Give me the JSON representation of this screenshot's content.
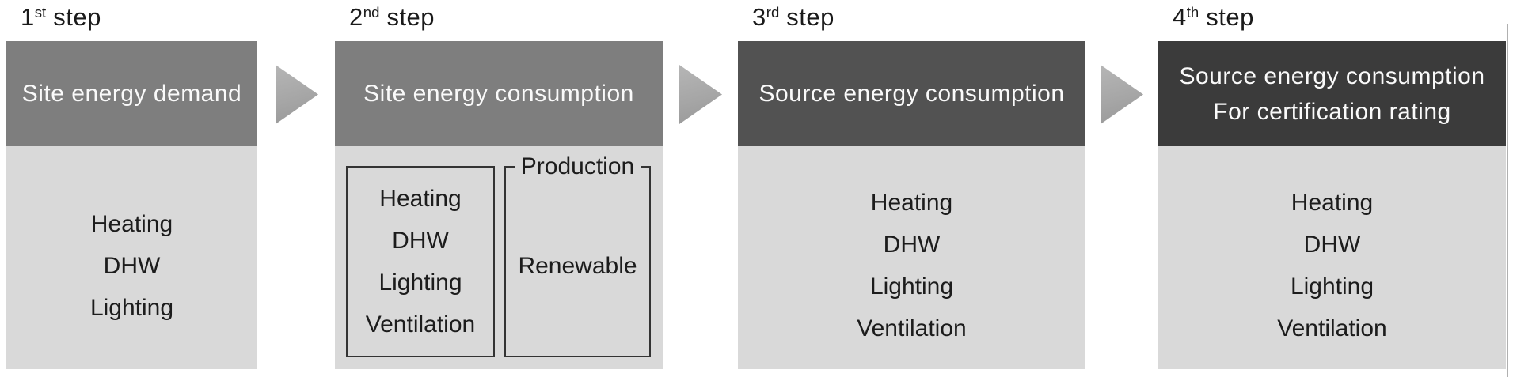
{
  "colors": {
    "header_1": "#7e7e7e",
    "header_2": "#7e7e7e",
    "header_3": "#525252",
    "header_4": "#3b3b3b",
    "header_text": "#fafafa",
    "body_bg": "#d9d9d9",
    "body_text": "#1c1c1c",
    "label_text": "#1a1a1a",
    "box_border": "#333333",
    "arrow": "#a6a6a6",
    "edge_rule": "#b0b0b0"
  },
  "icons": {
    "flow_arrow": "right-pointing-triangle"
  },
  "steps": [
    {
      "label": {
        "num": "1",
        "suffix": "st",
        "word": "step"
      },
      "header": "Site energy demand",
      "items": [
        "Heating",
        "DHW",
        "Lighting"
      ]
    },
    {
      "label": {
        "num": "2",
        "suffix": "nd",
        "word": "step"
      },
      "header": "Site energy consumption",
      "consumption_items": [
        "Heating",
        "DHW",
        "Lighting",
        "Ventilation"
      ],
      "production_label": "Production",
      "production_items": [
        "Renewable"
      ]
    },
    {
      "label": {
        "num": "3",
        "suffix": "rd",
        "word": "step"
      },
      "header": "Source energy consumption",
      "items": [
        "Heating",
        "DHW",
        "Lighting",
        "Ventilation"
      ]
    },
    {
      "label": {
        "num": "4",
        "suffix": "th",
        "word": "step"
      },
      "header": "Source energy consumption",
      "header_line2": "For certification rating",
      "items": [
        "Heating",
        "DHW",
        "Lighting",
        "Ventilation"
      ]
    }
  ]
}
